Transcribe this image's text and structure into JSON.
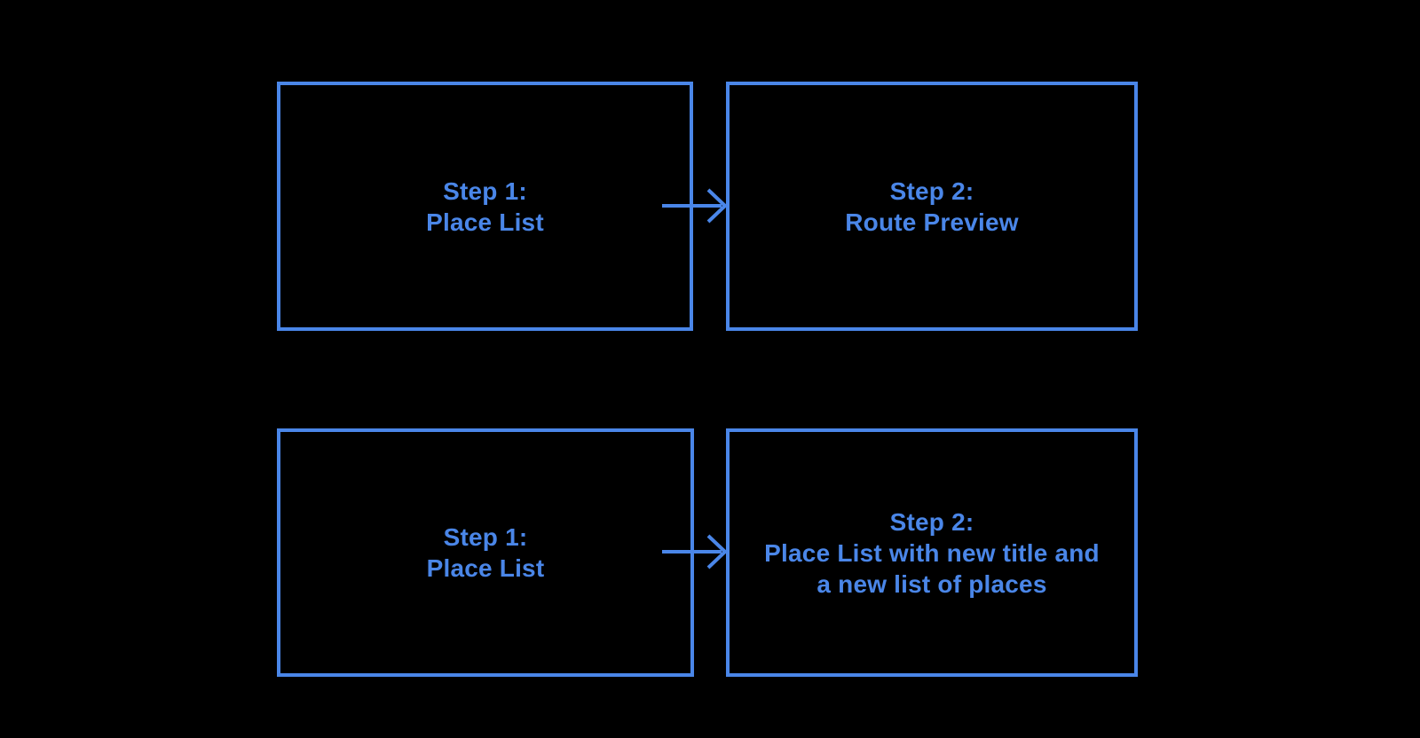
{
  "diagram": {
    "background_color": "#000000",
    "accent_color": "#4a86e8",
    "text_color": "#4a86e8",
    "rows": [
      {
        "source": {
          "lines": [
            "Step 1:",
            "Place List"
          ]
        },
        "connector": "arrow-right",
        "target": {
          "lines": [
            "Step 2:",
            "Route Preview"
          ]
        }
      },
      {
        "source": {
          "lines": [
            "Step 1:",
            "Place List"
          ]
        },
        "connector": "arrow-right",
        "target": {
          "lines": [
            "Step 2:",
            "Place List with new title and",
            "a new list of places"
          ]
        }
      }
    ]
  }
}
